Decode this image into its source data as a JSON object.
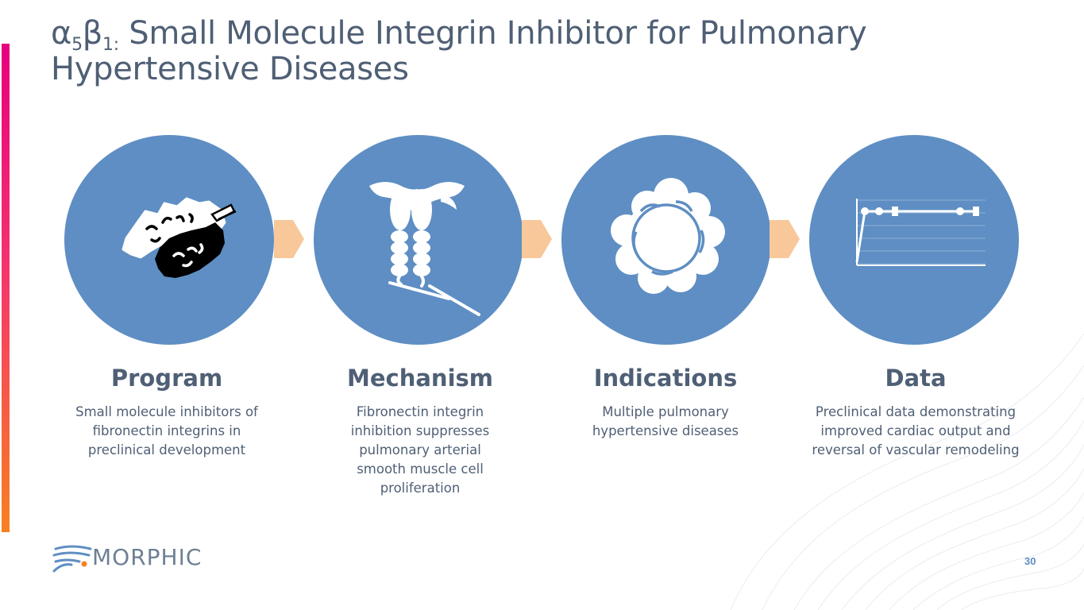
{
  "slide": {
    "title_alpha": "α",
    "title_alpha_sub": "5",
    "title_beta": "β",
    "title_beta_sub": "1:",
    "title_text": " Small Molecule Integrin Inhibitor for Pulmonary Hypertensive Diseases",
    "page_number": "30",
    "accent_colors": {
      "circle": "#5e8ec3",
      "text": "#4f5f75",
      "arrow": "#f8c89a",
      "bar_top": "#e6007e",
      "bar_bottom": "#f7801f"
    }
  },
  "columns": [
    {
      "icon": "molecule-icon",
      "heading": "Program",
      "text": "Small molecule inhibitors of fibronectin integrins in preclinical development"
    },
    {
      "icon": "integrin-icon",
      "heading": "Mechanism",
      "text": "Fibronectin integrin inhibition suppresses pulmonary arterial smooth muscle cell proliferation"
    },
    {
      "icon": "lung-cloud-icon",
      "heading": "Indications",
      "text": "Multiple pulmonary hypertensive diseases"
    },
    {
      "icon": "line-chart-icon",
      "heading": "Data",
      "text": "Preclinical data demonstrating improved cardiac output and reversal of vascular remodeling"
    }
  ],
  "logo": {
    "text": "MORPHIC"
  }
}
